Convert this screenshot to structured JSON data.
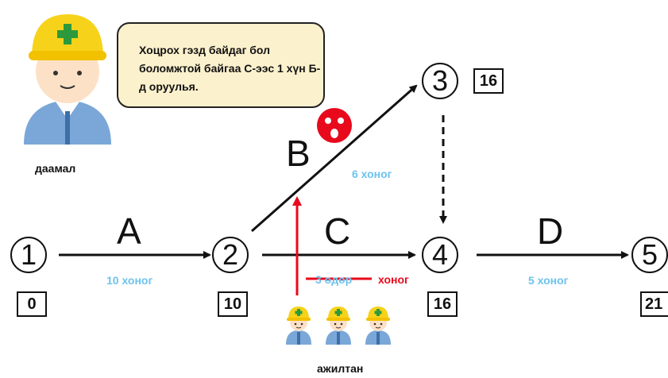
{
  "supervisor": {
    "speech": "Хоцрох гэзд байдаг бол боломжтой байгаа С-ээс 1 хүн Б-д оруулья.",
    "label": "даамал"
  },
  "workers": {
    "label": "ажилтан",
    "count": 3
  },
  "nodes": [
    {
      "id": "1",
      "time": "0"
    },
    {
      "id": "2",
      "time": "10"
    },
    {
      "id": "3",
      "time": "16"
    },
    {
      "id": "4",
      "time": "16"
    },
    {
      "id": "5",
      "time": "21"
    }
  ],
  "activities": {
    "A": {
      "name": "A",
      "duration": "10 хоног"
    },
    "B": {
      "name": "B",
      "duration": "6 хоног"
    },
    "C": {
      "name": "C",
      "duration_old": "3 өдөр",
      "duration_new": "хоног"
    },
    "D": {
      "name": "D",
      "duration": "5 хоног"
    }
  },
  "colors": {
    "bubble": "#fcf1cd",
    "duration": "#6cc3ee",
    "reassign": "#e8091c",
    "helmet": "#f7d21a",
    "uniform": "#7aa7d8"
  }
}
